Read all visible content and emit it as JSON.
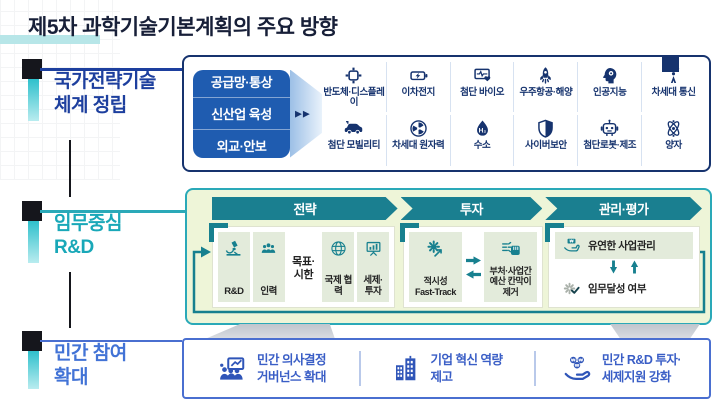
{
  "title": "제5차 과학기술기본계획의 주요 방향",
  "colors": {
    "title": "#171f38",
    "underline": "#b7e6e8",
    "section1": "#1d3f9e",
    "section2": "#19a8b8",
    "section3": "#4273d6",
    "box1_border": "#16336e",
    "pillar_bg": "#1f5cb0",
    "box2_border": "#2aa9b8",
    "box2_bg": "#eef5d8",
    "banner": "#1a7f90",
    "box3_border": "#4a6fd0",
    "box3_text": "#3a5ec6"
  },
  "sections": [
    {
      "lines": [
        "국가전략기술",
        "체계 정립"
      ]
    },
    {
      "lines": [
        "임무중심",
        "R&D"
      ]
    },
    {
      "lines": [
        "민간 참여",
        "확대"
      ]
    }
  ],
  "strategic_box": {
    "pillars": [
      "공급망·통상",
      "신산업 육성",
      "외교·안보"
    ],
    "arrow_glyph": "▶▶",
    "technologies": [
      {
        "label": "반도체·디스플레이",
        "icon": "chip-icon"
      },
      {
        "label": "이차전지",
        "icon": "battery-icon"
      },
      {
        "label": "첨단 바이오",
        "icon": "bio-icon"
      },
      {
        "label": "우주항공·해양",
        "icon": "rocket-icon"
      },
      {
        "label": "인공지능",
        "icon": "ai-icon"
      },
      {
        "label": "차세대 통신",
        "icon": "antenna-icon"
      },
      {
        "label": "첨단 모빌리티",
        "icon": "car-icon"
      },
      {
        "label": "차세대 원자력",
        "icon": "turbine-icon"
      },
      {
        "label": "수소",
        "icon": "hydrogen-icon"
      },
      {
        "label": "사이버보안",
        "icon": "shield-icon"
      },
      {
        "label": "첨단로봇·제조",
        "icon": "robot-icon"
      },
      {
        "label": "양자",
        "icon": "atom-icon"
      }
    ]
  },
  "mission_box": {
    "stages": [
      "전략",
      "투자",
      "관리·평가"
    ],
    "strategy_items": [
      {
        "label": "R&D",
        "icon": "microscope-icon",
        "highlight": false
      },
      {
        "label": "인력",
        "icon": "people-icon",
        "highlight": false
      },
      {
        "label": "목표·시한",
        "icon": null,
        "highlight": true
      },
      {
        "label": "국제 협력",
        "icon": "globe-icon",
        "highlight": false
      },
      {
        "label": "세제· 투자",
        "icon": "chart-icon",
        "highlight": false
      }
    ],
    "invest_items": [
      {
        "lines": [
          "적시성",
          "Fast-Track"
        ],
        "icon": "fast-track-icon"
      },
      {
        "lines": [
          "부처·사업간",
          "예산 칸막이 제거"
        ],
        "icon": "budget-icon"
      }
    ],
    "manage_items": [
      {
        "label": "유연한 사업관리",
        "icon": "flexible-icon",
        "tinted": true
      },
      {
        "label": "임무달성 여부",
        "icon": "check-icon",
        "tinted": false
      }
    ]
  },
  "bottom_box": {
    "items": [
      {
        "lines": [
          "민간 의사결정",
          "거버넌스 확대"
        ],
        "icon": "governance-icon"
      },
      {
        "lines": [
          "기업 혁신 역량",
          "제고"
        ],
        "icon": "company-icon"
      },
      {
        "lines": [
          "민간 R&D 투자·",
          "세제지원 강화"
        ],
        "icon": "investment-icon"
      }
    ]
  }
}
